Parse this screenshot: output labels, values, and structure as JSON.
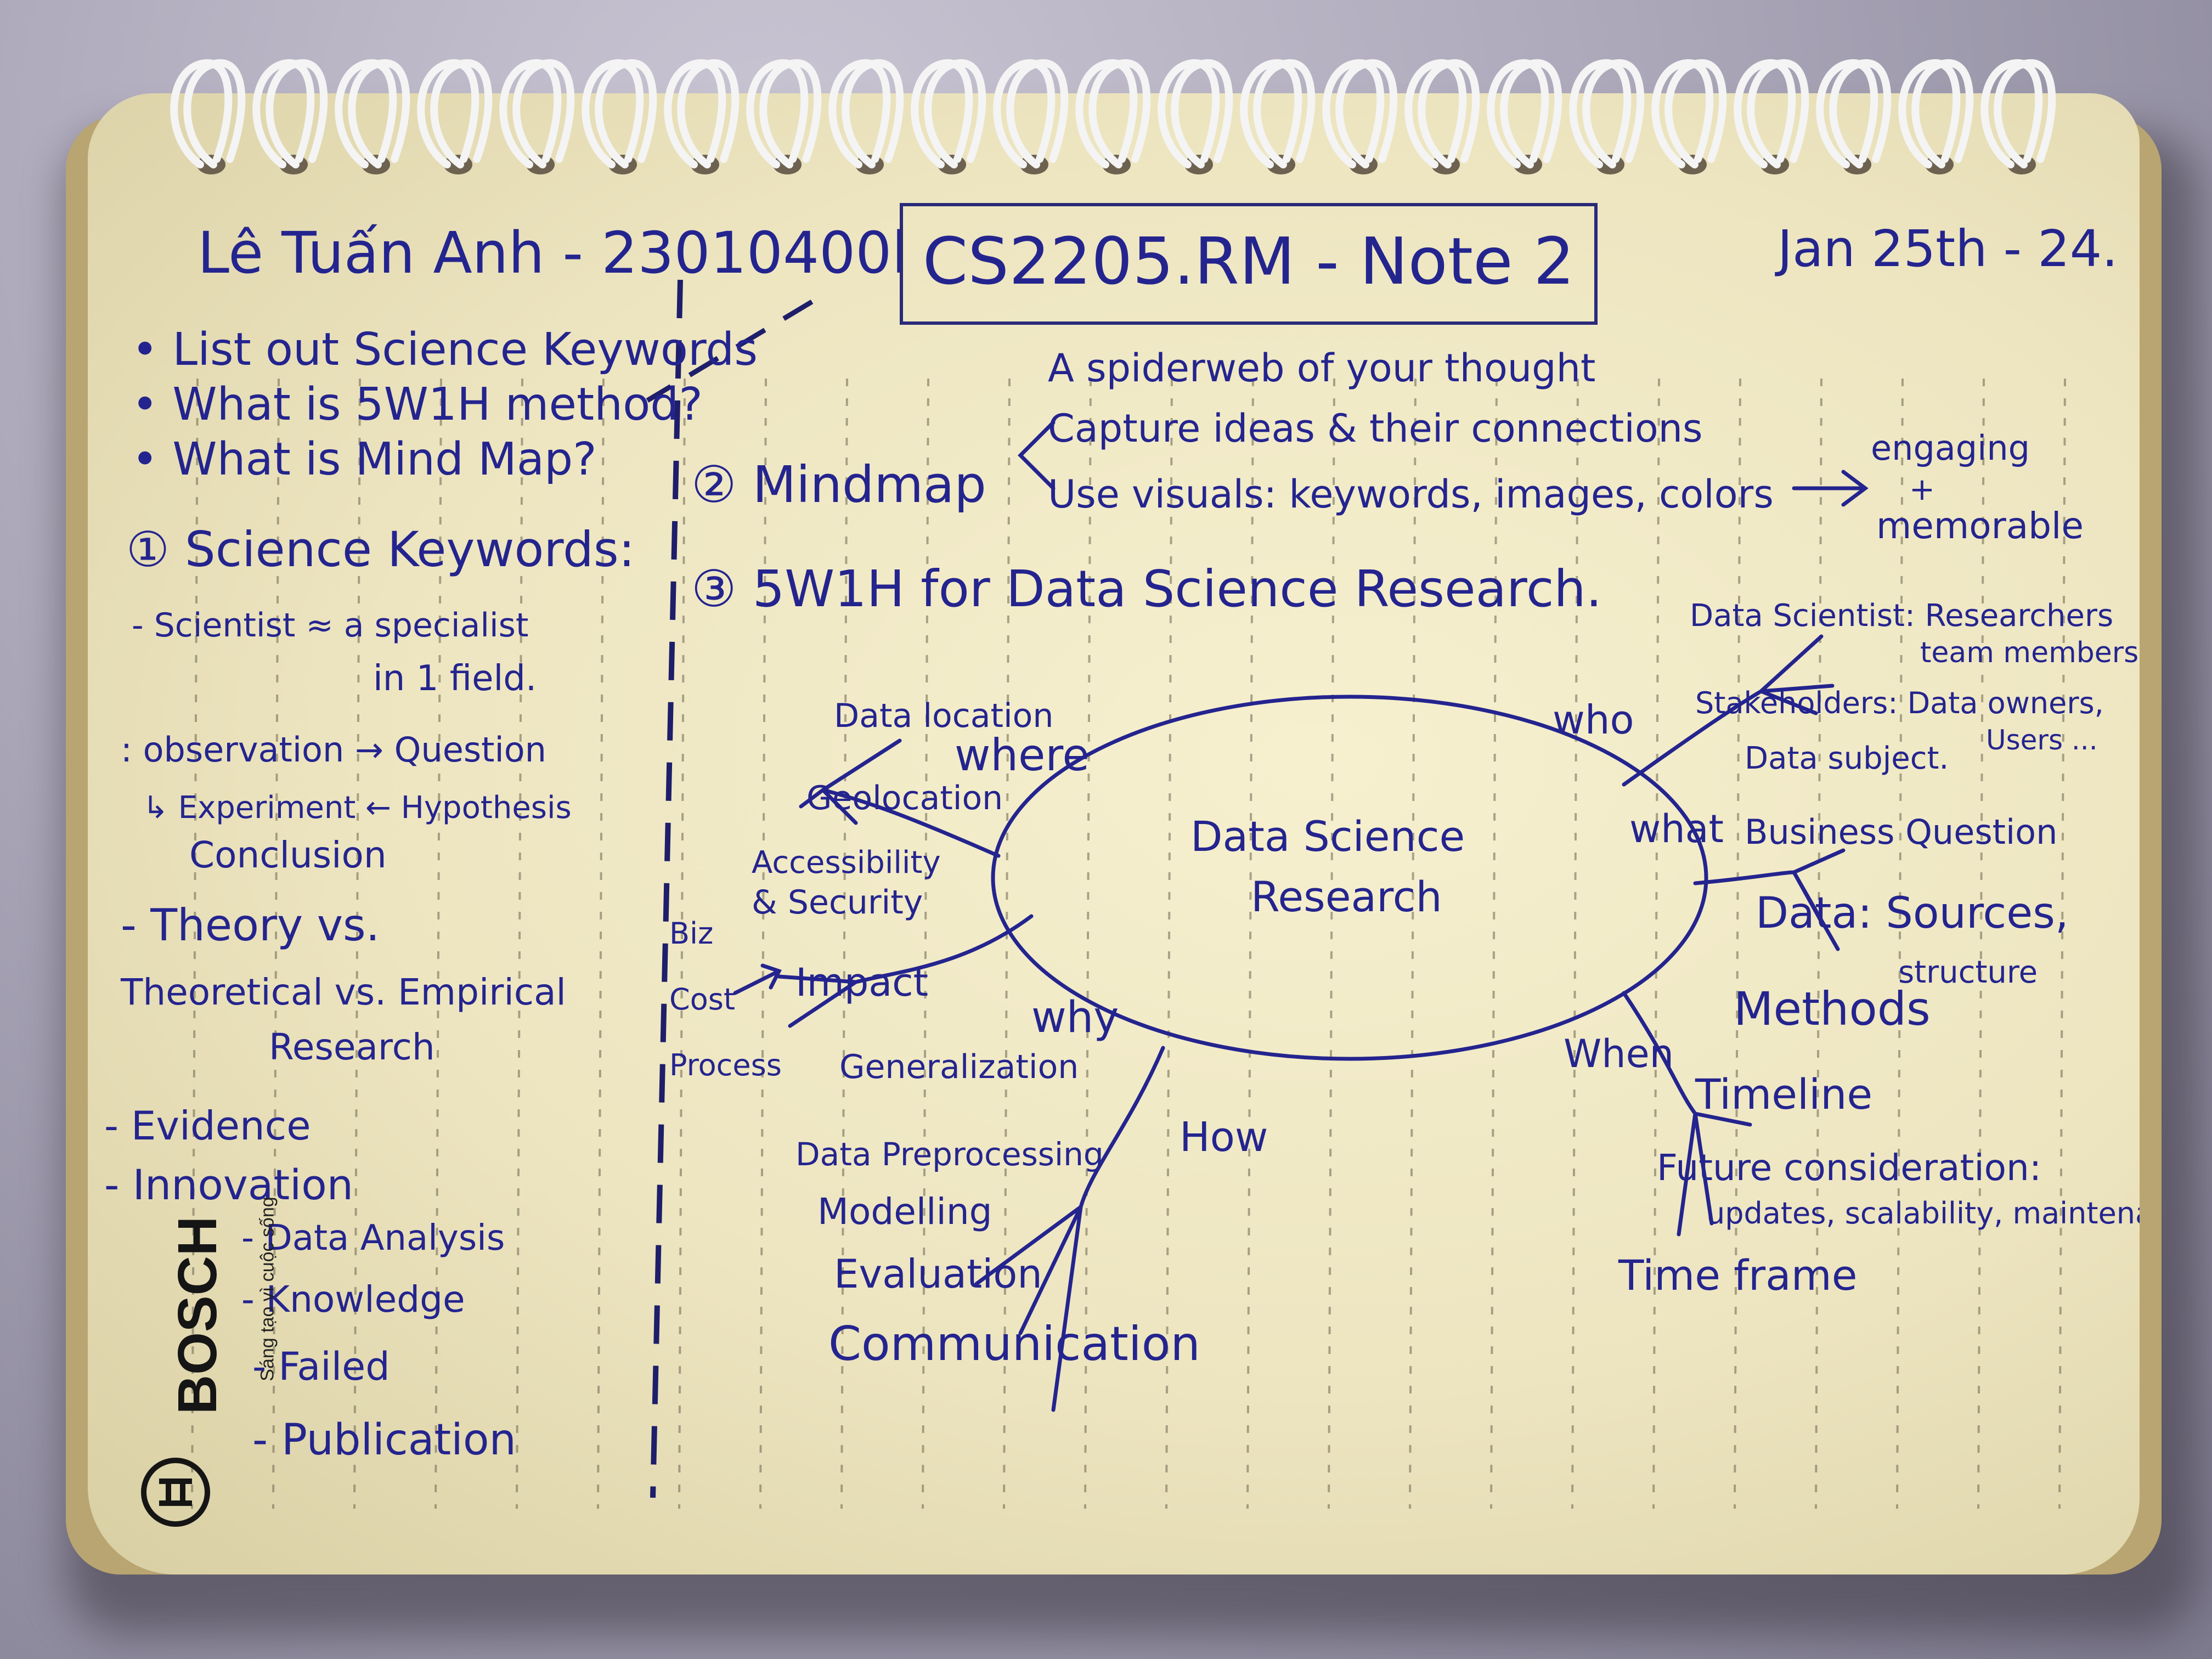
{
  "header": {
    "author": "Lê Tuấn Anh - 23010400l",
    "title": "CS2205.RM - Note 2",
    "date": "Jan 25th - 24."
  },
  "agenda": [
    "• List out Science Keywords",
    "• What is 5W1H method?",
    "• What is Mind Map?"
  ],
  "science_keywords": {
    "heading": "① Science Keywords:",
    "lines": [
      "- Scientist ≈ a specialist",
      "in 1 field.",
      ": observation → Question",
      "↳ Experiment ← Hypothesis",
      "Conclusion",
      "- Theory vs.",
      "Theoretical vs. Empirical",
      "Research",
      "- Evidence",
      "- Innovation",
      "- Data Analysis",
      "- Knowledge",
      "- Failed",
      "- Publication"
    ]
  },
  "mindmap_def": {
    "heading": "② Mindmap",
    "items": [
      "A spiderweb of your thought",
      "Capture ideas & their connections",
      "Use visuals: keywords, images, colors"
    ],
    "arrow_note_1": "engaging",
    "arrow_note_plus": "+",
    "arrow_note_2": "memorable"
  },
  "fivew_heading": "③ 5W1H for Data Science Research.",
  "mindmap": {
    "center_1": "Data Science",
    "center_2": "Research",
    "where": {
      "label": "where",
      "leaves": [
        "Data location",
        "Geolocation",
        "Accessibility",
        "& Security"
      ]
    },
    "why": {
      "label": "why",
      "leaves": [
        "Impact",
        "Generalization"
      ],
      "side": [
        "Biz",
        "Cost",
        "Process"
      ]
    },
    "how": {
      "label": "How",
      "leaves": [
        "Data Preprocessing",
        "Modelling",
        "Evaluation",
        "Communication"
      ]
    },
    "who": {
      "label": "who",
      "leaves": [
        "Data Scientist: Researchers",
        "team members",
        "Stakeholders: Data owners,",
        "Users ...",
        "Data subject."
      ]
    },
    "what": {
      "label": "what",
      "leaves": [
        "Business Question",
        "Data: Sources,",
        "structure",
        "Methods"
      ]
    },
    "when": {
      "label": "When",
      "leaves": [
        "Timeline",
        "Future consideration:",
        "updates, scalability, maintenance",
        "Time frame"
      ]
    }
  },
  "brand": {
    "name": "BOSCH",
    "tagline": "Sáng tạo vì cuộc sống"
  },
  "colors": {
    "ink": "#24248f",
    "paper": "#f3ecc8",
    "rings": "#f4f4f4"
  }
}
